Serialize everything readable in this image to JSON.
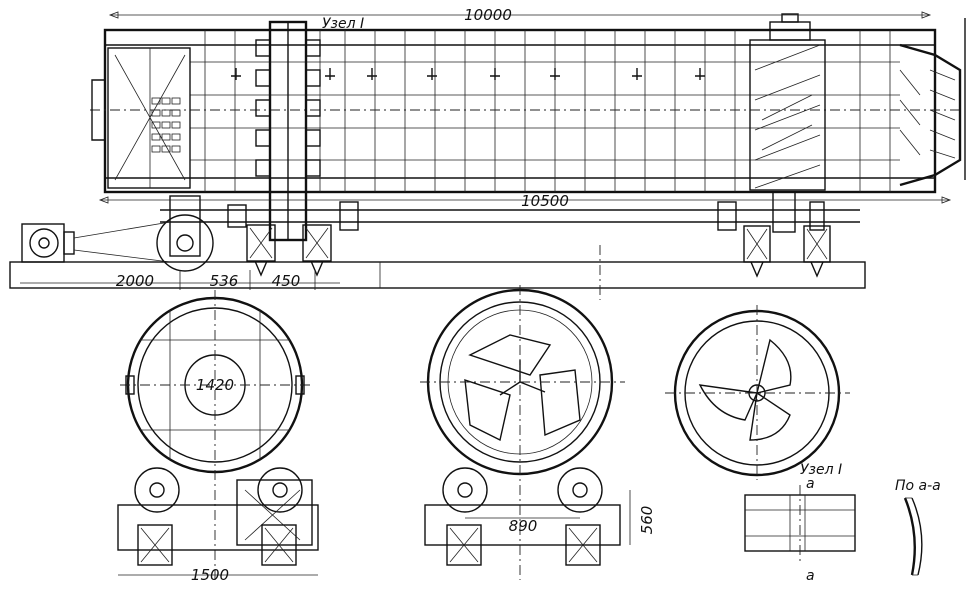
{
  "labels": {
    "node_top": "Узел I",
    "node_detail": "Узел I",
    "section_title": "По а-а",
    "section_mark_top": "а",
    "section_mark_bottom": "а"
  },
  "dimensions": {
    "overall_length": "10000",
    "shaft_length": "10500",
    "motor_spacing": "2000",
    "gear_offset": "536",
    "support_offset": "450",
    "inner_diameter": "1420",
    "roller_spacing": "890",
    "support_height": "560",
    "base_width": "1500"
  }
}
